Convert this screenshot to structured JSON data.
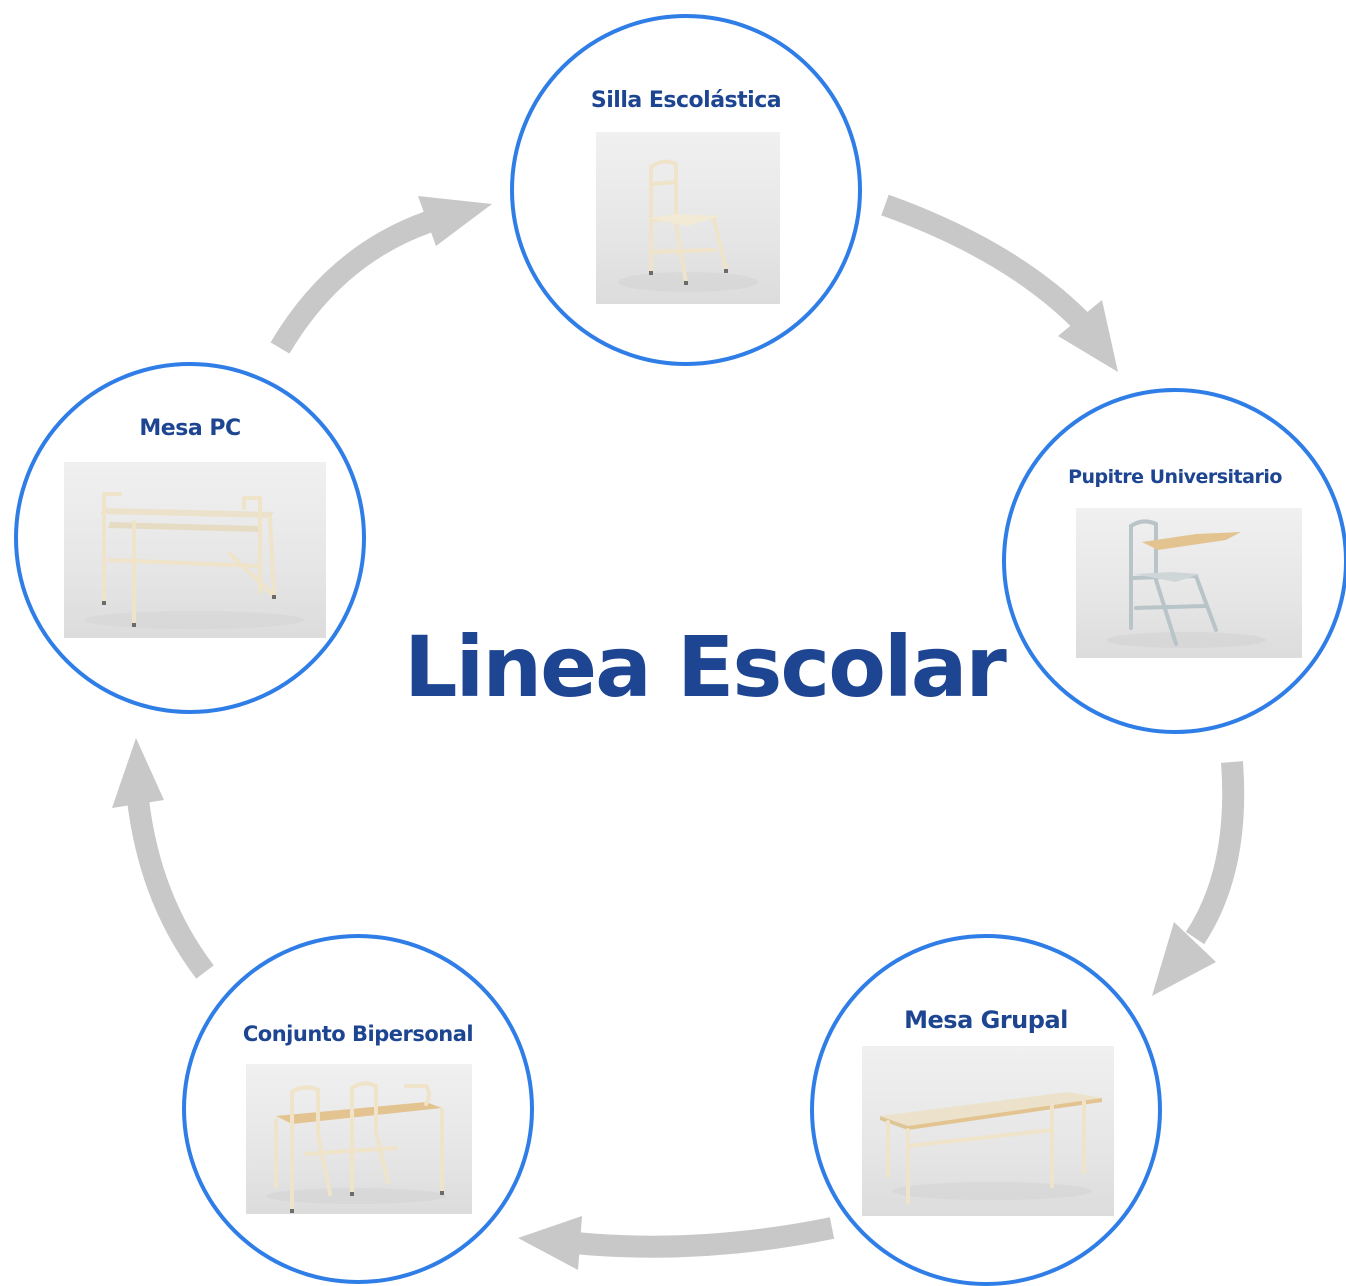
{
  "diagram": {
    "title": "Linea Escolar",
    "colors": {
      "title": "#1d4592",
      "node_border": "#2f7de6",
      "arrow": "#c8c8c8",
      "furniture_frame": "#efe3c9",
      "pupitre_frame": "#b9c4c8",
      "desktop_wood": "#e3c490"
    },
    "cycle_order": [
      "silla_escolastica",
      "pupitre_universitario",
      "mesa_grupal",
      "conjunto_bipersonal",
      "mesa_pc"
    ],
    "nodes": {
      "silla_escolastica": {
        "label": "Silla Escolástica",
        "image": "school-chair-photo"
      },
      "pupitre_universitario": {
        "label": "Pupitre Universitario",
        "image": "university-desk-chair-photo"
      },
      "mesa_grupal": {
        "label": "Mesa Grupal",
        "image": "group-table-photo"
      },
      "conjunto_bipersonal": {
        "label": "Conjunto Bipersonal",
        "image": "two-person-desk-set-photo"
      },
      "mesa_pc": {
        "label": "Mesa PC",
        "image": "computer-desk-photo"
      }
    }
  }
}
